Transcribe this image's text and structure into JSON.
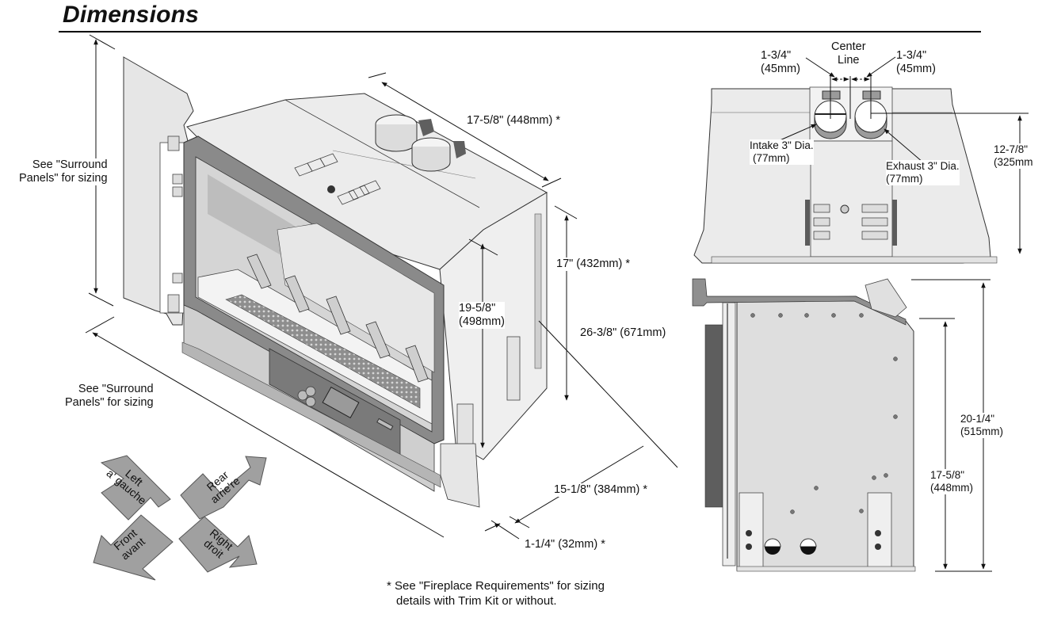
{
  "title": "Dimensions",
  "isometric_view": {
    "surround_height_note": [
      "See \"Surround",
      "Panels\" for sizing"
    ],
    "surround_width_note": [
      "See \"Surround",
      "Panels\" for sizing"
    ],
    "depth_top": "17-5/8\" (448mm) *",
    "height_rear": "17\" (432mm) *",
    "height_front_line1": "19-5/8\"",
    "height_front_line2": "(498mm)",
    "width_overall": "26-3/8\" (671mm)",
    "width_front": "15-1/8\" (384mm) *",
    "flange_depth": "1-1/4\" (32mm) *"
  },
  "orientation_arrows": [
    {
      "en": "Left",
      "fr": "a' gauche"
    },
    {
      "en": "Rear",
      "fr": "arrie're"
    },
    {
      "en": "Front",
      "fr": "avant"
    },
    {
      "en": "Right",
      "fr": "droit"
    }
  ],
  "top_view": {
    "left_offset_line1": "1-3/4\"",
    "left_offset_line2": "(45mm)",
    "center_line_line1": "Center",
    "center_line_line2": "Line",
    "right_offset_line1": "1-3/4\"",
    "right_offset_line2": "(45mm)",
    "intake_line1": "Intake 3\" Dia.",
    "intake_line2": "(77mm)",
    "exhaust_line1": "Exhaust 3\" Dia.",
    "exhaust_line2": "(77mm)",
    "depth_line1": "12-7/8\"",
    "depth_line2": "(325mm"
  },
  "side_view": {
    "overall_height_line1": "20-1/4\"",
    "overall_height_line2": "(515mm)",
    "front_height_line1": "17-5/8\"",
    "front_height_line2": "(448mm)"
  },
  "footnote": [
    "* See \"Fireplace Requirements\" for sizing",
    "details with Trim Kit or without."
  ],
  "colors": {
    "panel_light": "#ececec",
    "panel_mid": "#d7d7d7",
    "frame_gray": "#8a8a8a",
    "dark_gray": "#5c5c5c",
    "arrow_fill": "#a0a0a0",
    "line": "#111111"
  }
}
